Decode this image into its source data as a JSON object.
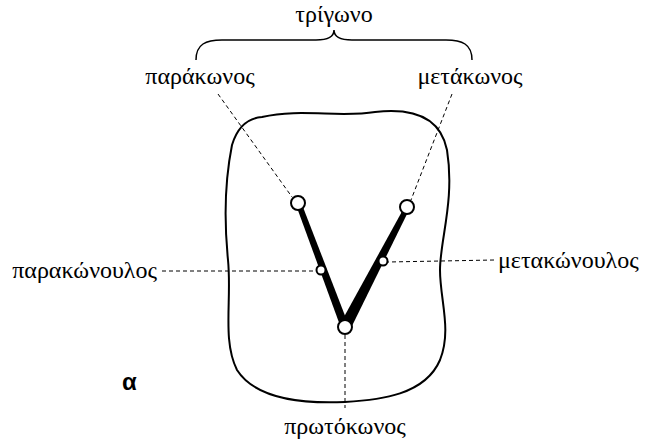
{
  "diagram": {
    "labels": [
      "τρίγωνο",
      "παράκωνος",
      "μετάκωνος",
      "παρακώνουλος",
      "μετακώνουλος",
      "α",
      "πρωτόκωνος"
    ]
  }
}
